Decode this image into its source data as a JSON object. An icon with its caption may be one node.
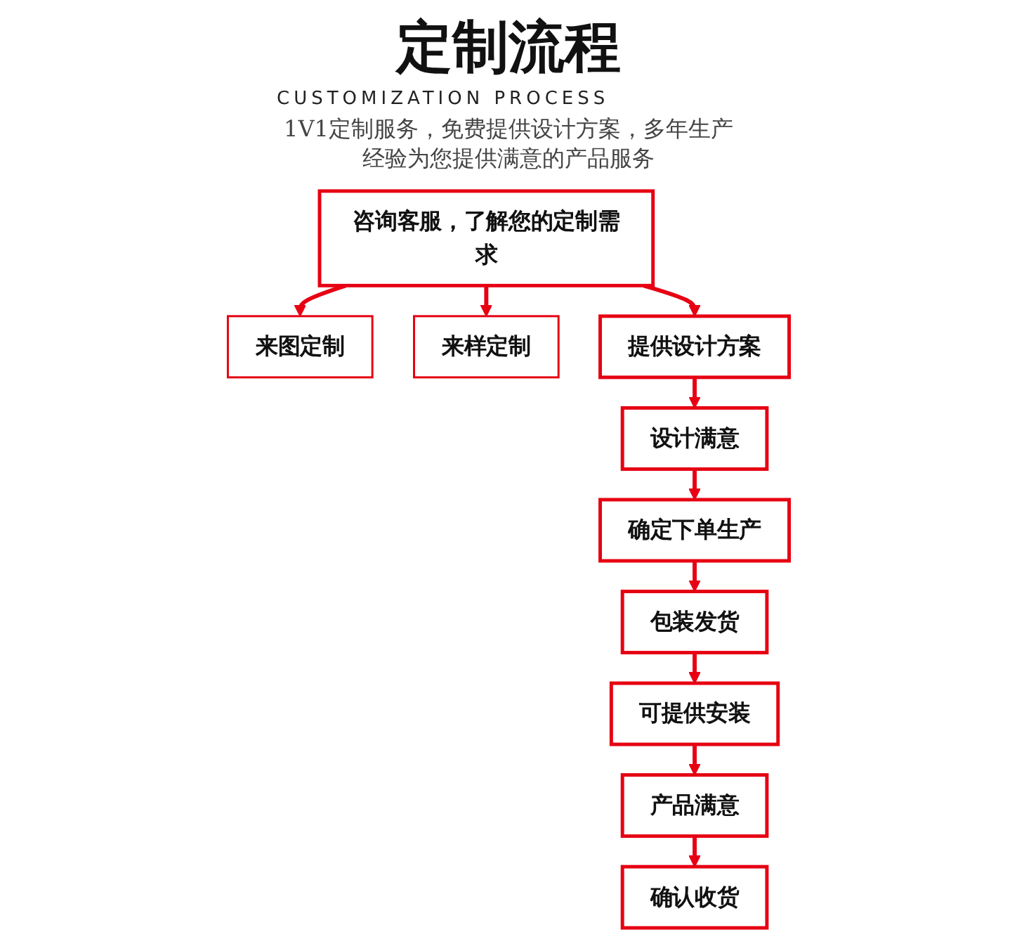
{
  "diagram": {
    "title": "定制流程",
    "nodes": [
      {
        "text": [
          "咨询客服，了解您的定制需求"
        ]
      },
      {
        "text": [
          "来图定制"
        ]
      },
      {
        "text": [
          "来样定制"
        ]
      },
      {
        "text": [
          "提供设计方案"
        ]
      },
      {
        "text": [
          "设计满意"
        ]
      },
      {
        "text": [
          "确定下单生产"
        ]
      },
      {
        "text": [
          "包装发货"
        ]
      },
      {
        "text": [
          "可提供安装"
        ]
      },
      {
        "text": [
          "产品满意"
        ]
      },
      {
        "text": [
          "确认收货"
        ]
      }
    ],
    "edges": [
      {
        "from": 0,
        "to": 1,
        "arrow": "to"
      },
      {
        "from": 0,
        "to": 2,
        "arrow": "to"
      },
      {
        "from": 0,
        "to": 3,
        "arrow": "to"
      },
      {
        "from": 3,
        "to": 4,
        "arrow": "to"
      },
      {
        "from": 4,
        "to": 5,
        "arrow": "to"
      },
      {
        "from": 5,
        "to": 6,
        "arrow": "to"
      },
      {
        "from": 6,
        "to": 7,
        "arrow": "to"
      },
      {
        "from": 7,
        "to": 8,
        "arrow": "to"
      },
      {
        "from": 8,
        "to": 9,
        "arrow": "to"
      }
    ],
    "labels": [
      "CUSTOMIZATION PROCESS",
      "1V1定制服务，免费提供设计方案，多年生产经验为您提供满意的产品服务"
    ]
  }
}
